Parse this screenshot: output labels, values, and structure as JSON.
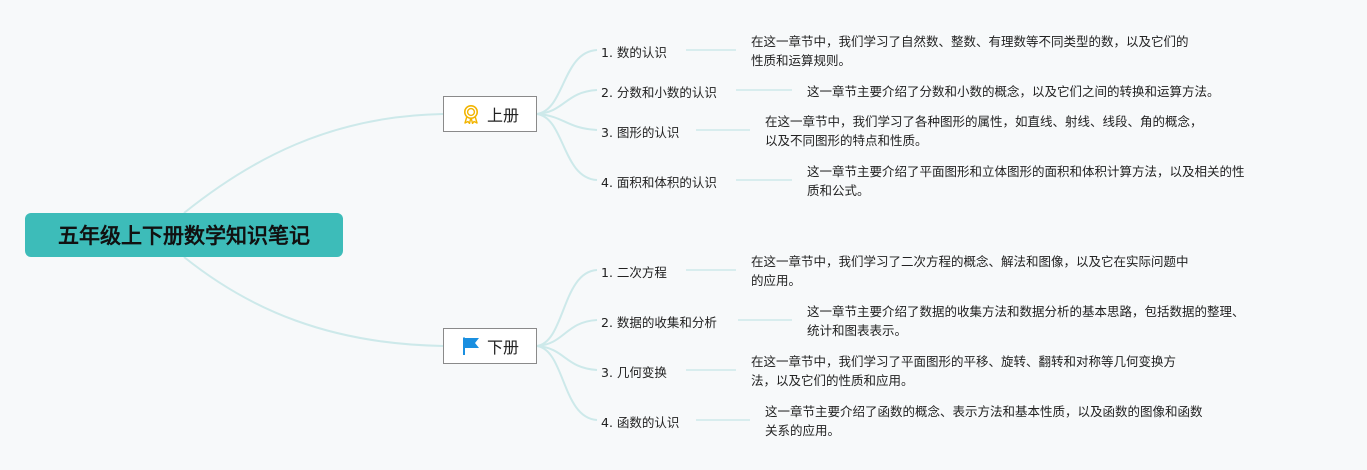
{
  "root": {
    "title": "五年级上下册数学知识笔记"
  },
  "colors": {
    "root_bg": "#3dbcb9",
    "connector": "#cde9ea",
    "upper_icon": "#f2b400",
    "lower_icon": "#1a8fe0"
  },
  "branches": [
    {
      "label": "上册",
      "icon": "award-ribbon-icon",
      "topics": [
        {
          "label": "1. 数的认识",
          "note": "在这一章节中，我们学习了自然数、整数、有理数等不同类型的数，以及它们的\n性质和运算规则。"
        },
        {
          "label": "2. 分数和小数的认识",
          "note": "这一章节主要介绍了分数和小数的概念，以及它们之间的转换和运算方法。"
        },
        {
          "label": "3. 图形的认识",
          "note": "在这一章节中，我们学习了各种图形的属性，如直线、射线、线段、角的概念，\n以及不同图形的特点和性质。"
        },
        {
          "label": "4. 面积和体积的认识",
          "note": "这一章节主要介绍了平面图形和立体图形的面积和体积计算方法，以及相关的性\n质和公式。"
        }
      ]
    },
    {
      "label": "下册",
      "icon": "flag-icon",
      "topics": [
        {
          "label": "1. 二次方程",
          "note": "在这一章节中，我们学习了二次方程的概念、解法和图像，以及它在实际问题中\n的应用。"
        },
        {
          "label": "2. 数据的收集和分析",
          "note": "这一章节主要介绍了数据的收集方法和数据分析的基本思路，包括数据的整理、\n统计和图表表示。"
        },
        {
          "label": "3. 几何变换",
          "note": "在这一章节中，我们学习了平面图形的平移、旋转、翻转和对称等几何变换方\n法，以及它们的性质和应用。"
        },
        {
          "label": "4. 函数的认识",
          "note": "这一章节主要介绍了函数的概念、表示方法和基本性质，以及函数的图像和函数\n关系的应用。"
        }
      ]
    }
  ]
}
